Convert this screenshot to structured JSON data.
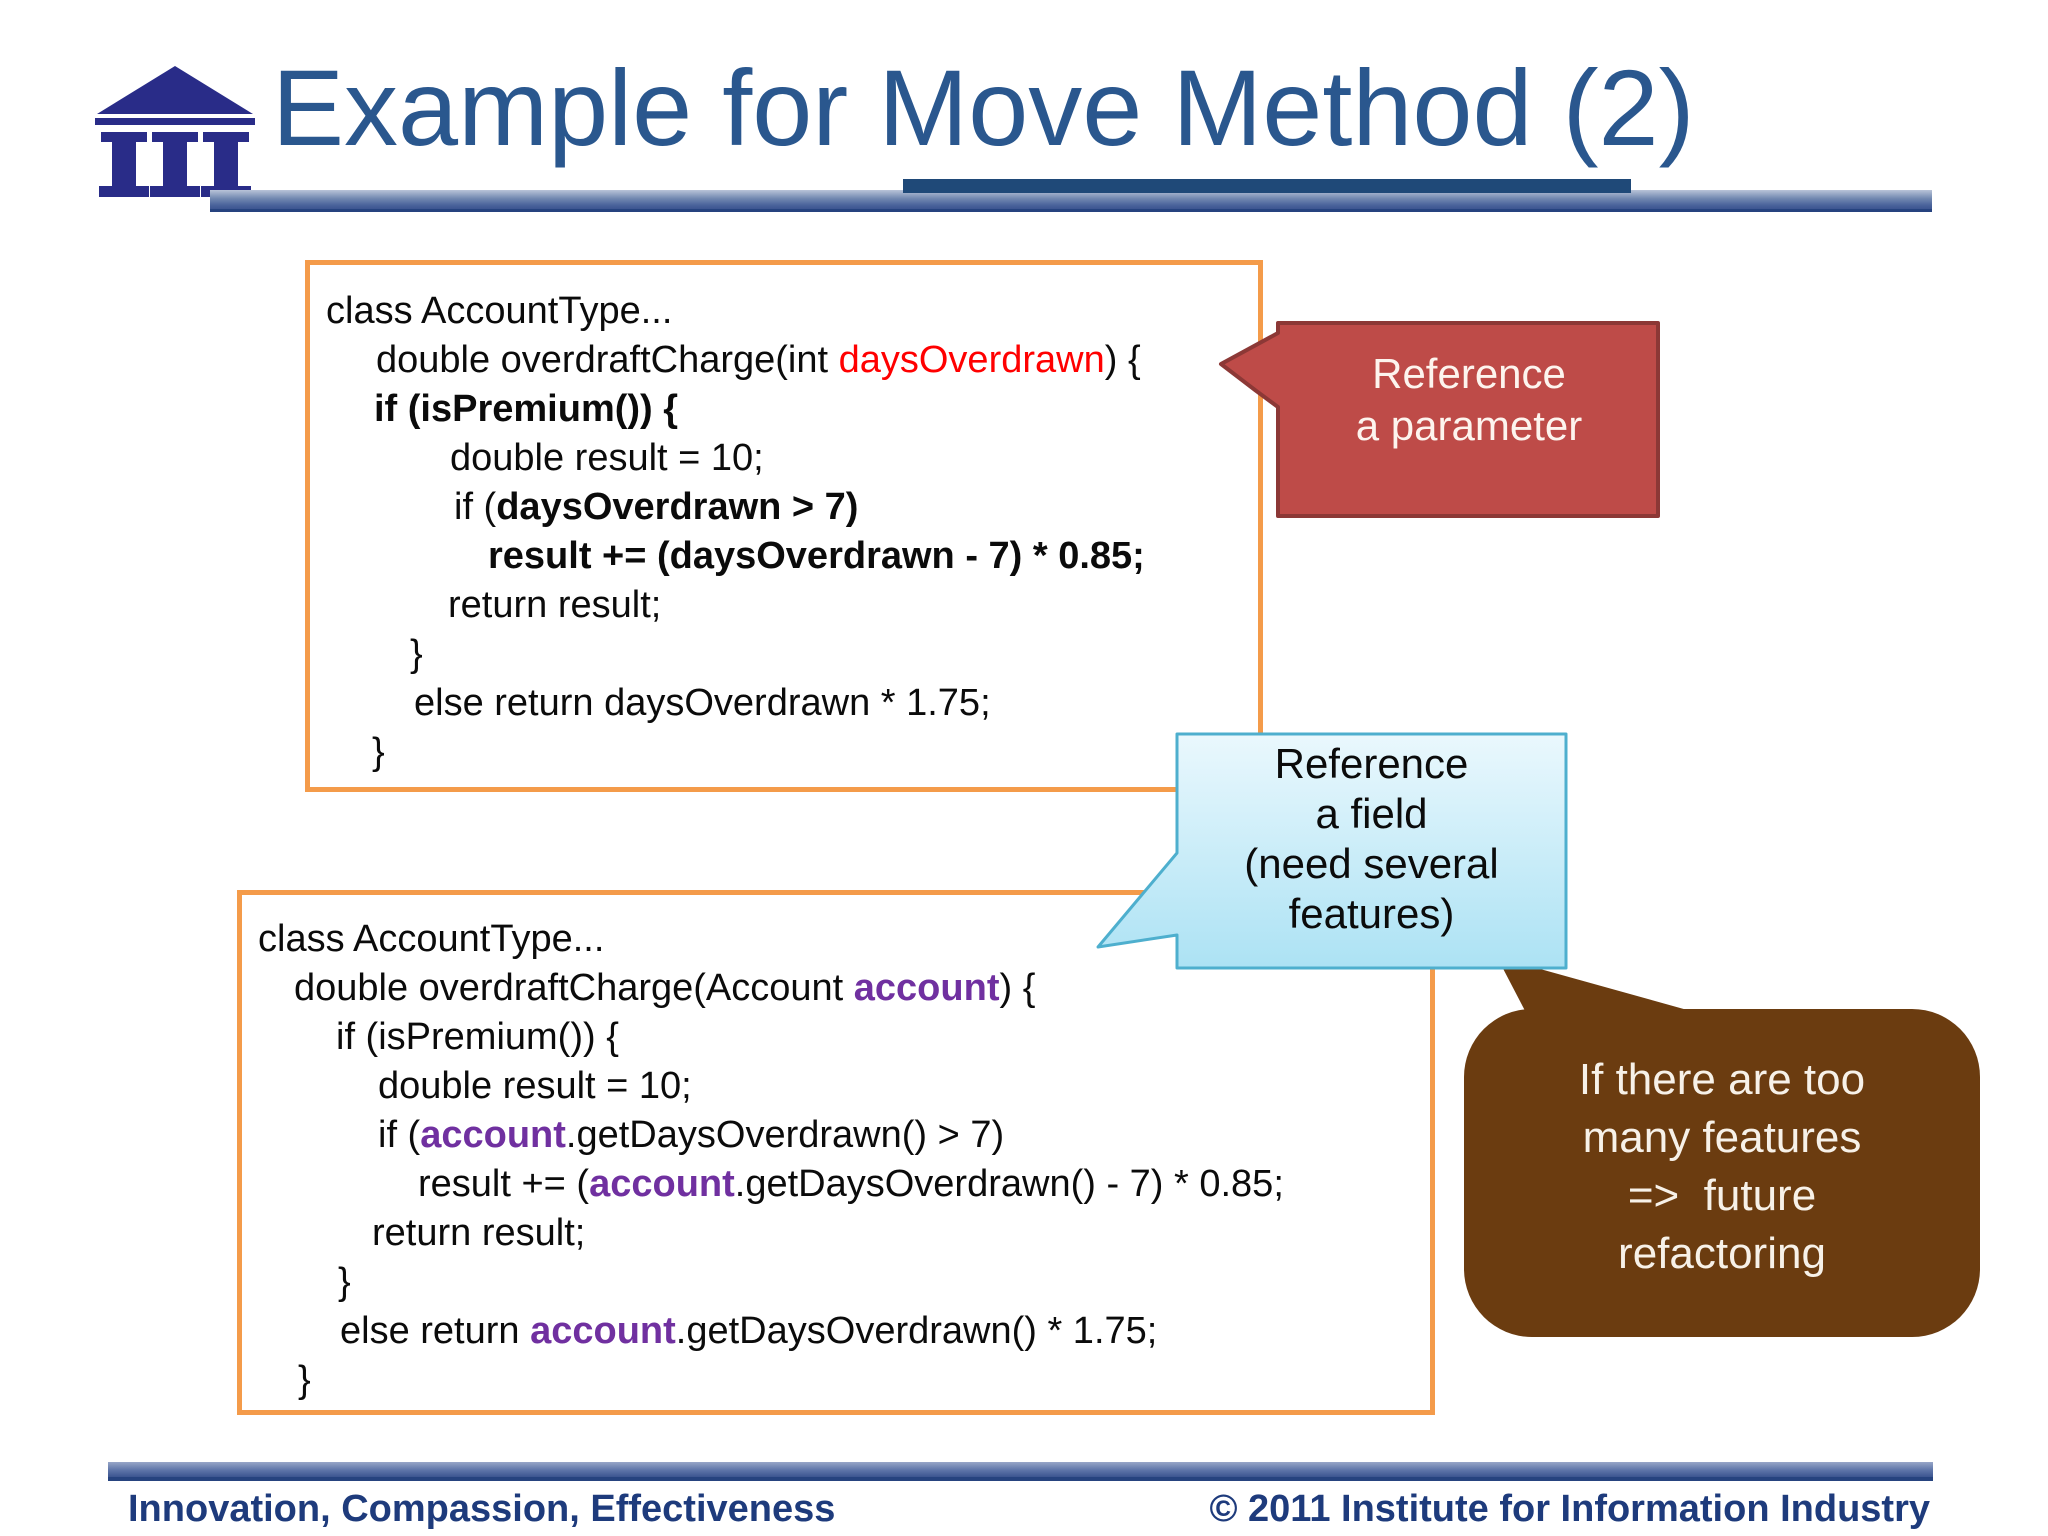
{
  "slide": {
    "title": "Example for Move Method (2)",
    "footer_left": "Innovation, Compassion, Effectiveness",
    "footer_right": "© 2011 Institute for Information Industry"
  },
  "colors": {
    "title-blue": "#2A578E",
    "underline-dark": "#1F4978",
    "orange": "#F49B4A",
    "keyword-red": "#FF0000",
    "keyword-purple": "#7030A0",
    "callout-red-bg": "#BE4B48",
    "callout-red-border": "#8C3836",
    "callout-blue-border": "#4EAFCE",
    "callout-brown-bg": "#6B3C10",
    "footer-navy": "#1E3B7C",
    "logo-navy": "#292C88"
  },
  "code_boxes": [
    {
      "lines": [
        {
          "indent": 16,
          "segments": [
            {
              "t": "class AccountType..."
            }
          ]
        },
        {
          "indent": 66,
          "segments": [
            {
              "t": "double overdraftCharge(int "
            },
            {
              "t": "daysOverdrawn",
              "c": "red"
            },
            {
              "t": ") {"
            }
          ]
        },
        {
          "indent": 64,
          "segments": [
            {
              "t": "if (isPremium()) {",
              "c": "bold"
            }
          ]
        },
        {
          "indent": 140,
          "segments": [
            {
              "t": "double result = 10;"
            }
          ]
        },
        {
          "indent": 144,
          "segments": [
            {
              "t": "if ("
            },
            {
              "t": "daysOverdrawn > 7)",
              "c": "bold"
            }
          ]
        },
        {
          "indent": 178,
          "segments": [
            {
              "t": "result += (daysOverdrawn - 7) * 0.85;",
              "c": "bold"
            }
          ]
        },
        {
          "indent": 138,
          "segments": [
            {
              "t": "return result;"
            }
          ]
        },
        {
          "indent": 100,
          "segments": [
            {
              "t": "}"
            }
          ]
        },
        {
          "indent": 104,
          "segments": [
            {
              "t": "else return daysOverdrawn * 1.75;"
            }
          ]
        },
        {
          "indent": 62,
          "segments": [
            {
              "t": "}"
            }
          ]
        }
      ]
    },
    {
      "lines": [
        {
          "indent": 16,
          "segments": [
            {
              "t": "class AccountType..."
            }
          ]
        },
        {
          "indent": 52,
          "segments": [
            {
              "t": "double overdraftCharge(Account "
            },
            {
              "t": "account",
              "c": "purple"
            },
            {
              "t": ") {"
            }
          ]
        },
        {
          "indent": 94,
          "segments": [
            {
              "t": "if (isPremium()) {"
            }
          ]
        },
        {
          "indent": 136,
          "segments": [
            {
              "t": "double result = 10;"
            }
          ]
        },
        {
          "indent": 136,
          "segments": [
            {
              "t": "if ("
            },
            {
              "t": "account",
              "c": "purple"
            },
            {
              "t": ".getDaysOverdrawn() > 7)"
            }
          ]
        },
        {
          "indent": 176,
          "segments": [
            {
              "t": "result += ("
            },
            {
              "t": "account",
              "c": "purple"
            },
            {
              "t": ".getDaysOverdrawn() - 7) * 0.85;"
            }
          ]
        },
        {
          "indent": 130,
          "segments": [
            {
              "t": "return result;"
            }
          ]
        },
        {
          "indent": 96,
          "segments": [
            {
              "t": "}"
            }
          ]
        },
        {
          "indent": 98,
          "segments": [
            {
              "t": "else return "
            },
            {
              "t": "account",
              "c": "purple"
            },
            {
              "t": ".getDaysOverdrawn() * 1.75;"
            }
          ]
        },
        {
          "indent": 56,
          "segments": [
            {
              "t": "}"
            }
          ]
        }
      ]
    }
  ],
  "callouts": {
    "parameter": {
      "lines": [
        "Reference",
        "a parameter"
      ]
    },
    "field": {
      "lines": [
        "Reference",
        "a field",
        "(need several",
        "features)"
      ]
    },
    "refactoring": {
      "lines": [
        "If there are too",
        "many features",
        "=>  future",
        "refactoring"
      ]
    }
  }
}
